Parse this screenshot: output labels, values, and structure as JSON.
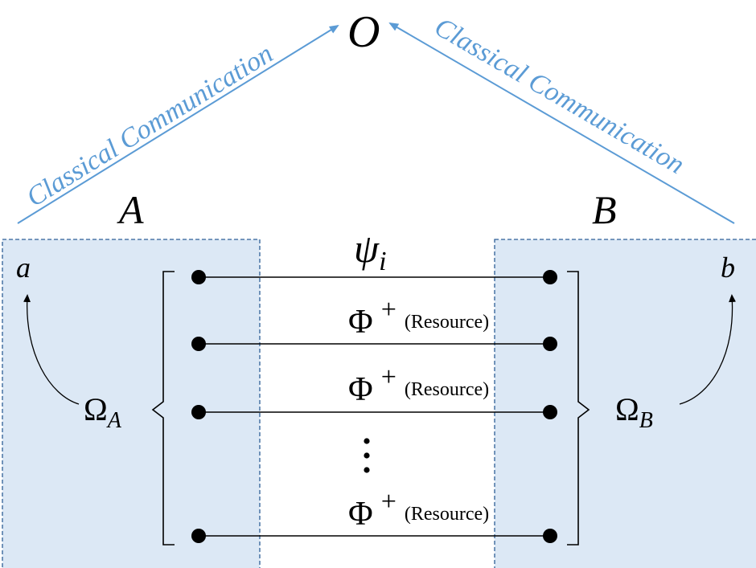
{
  "labels": {
    "observer": "O",
    "party_a": "A",
    "party_b": "B",
    "output_a": "a",
    "output_b": "b",
    "measurement_a": "Ω",
    "measurement_a_sub": "A",
    "measurement_b": "Ω",
    "measurement_b_sub": "B",
    "channel_left": "Classical Communication",
    "channel_right": "Classical Communication",
    "input_state": "ψ",
    "input_state_sub": "i",
    "resource_state": "Φ",
    "resource_sup": "+",
    "resource_note": "(Resource)",
    "ellipsis": "⋮"
  },
  "colors": {
    "box_fill": "#dce8f5",
    "box_border": "#2e5f96",
    "channel": "#5b9bd5",
    "ink": "#000000"
  }
}
